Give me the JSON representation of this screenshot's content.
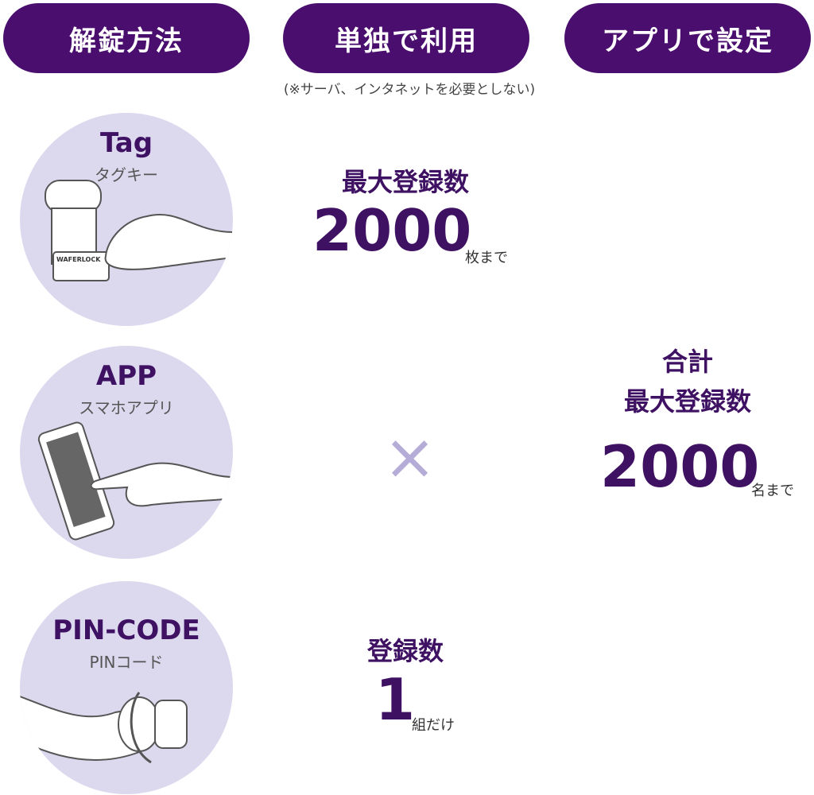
{
  "headers": [
    "解錠方法",
    "単独で利用",
    "アプリで設定"
  ],
  "note": "(※サーバ、インタネットを必要としない)",
  "methods": [
    {
      "title": "Tag",
      "subtitle": "タグキー",
      "brand": "WAFERLOCK"
    },
    {
      "title": "APP",
      "subtitle": "スマホアプリ"
    },
    {
      "title": "PIN-CODE",
      "subtitle": "PINコード"
    }
  ],
  "standalone": {
    "tag": {
      "label": "最大登録数",
      "value": "2000",
      "unit": "枚まで"
    },
    "pin": {
      "label": "登録数",
      "value": "1",
      "unit": "組だけ"
    },
    "app_symbol": "×"
  },
  "app_setting": {
    "label1": "合計",
    "label2": "最大登録数",
    "value": "2000",
    "unit": "名まで"
  }
}
